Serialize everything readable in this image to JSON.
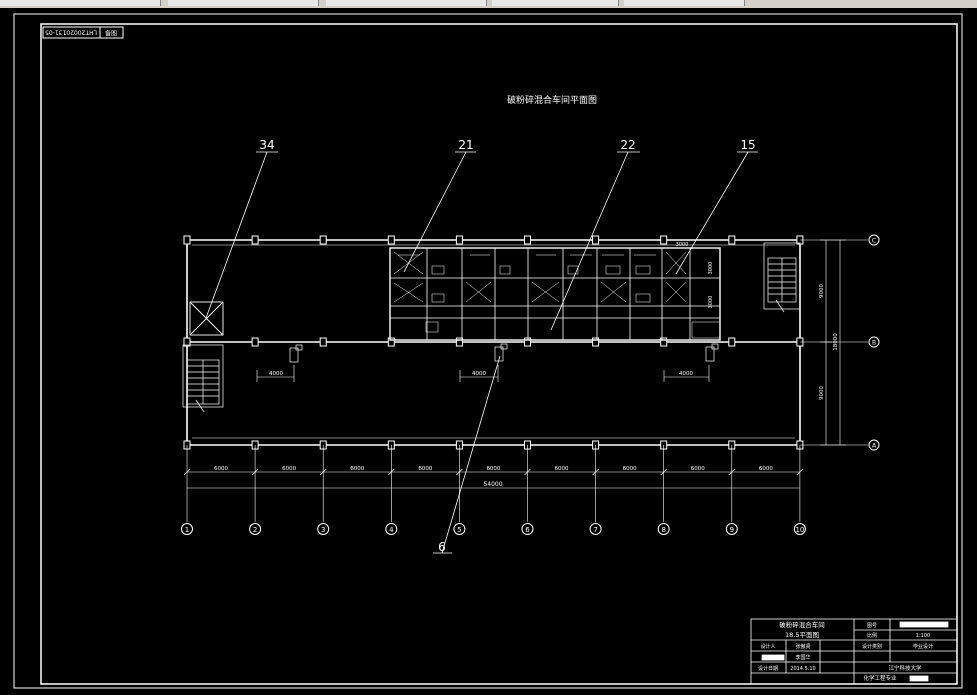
{
  "colors": {
    "background": "#000000",
    "lines": "#ffffff",
    "toolbar": "#d4d0c8"
  },
  "drawing": {
    "title": "破粉碎混合车间平面图",
    "stamp": {
      "code": "LHT20020131-05",
      "label": "备图"
    },
    "callouts": [
      "34",
      "21",
      "22",
      "15",
      "6"
    ],
    "column_axes": [
      "1",
      "2",
      "3",
      "4",
      "5",
      "6",
      "7",
      "8",
      "9",
      "10"
    ],
    "row_axes": [
      "C",
      "B",
      "A"
    ],
    "bay_dims": [
      "6000",
      "6000",
      "6000",
      "6000",
      "6000",
      "6000",
      "6000",
      "6000",
      "6000"
    ],
    "total_dim": "54000",
    "vertical_dims": [
      "9000",
      "18000",
      "9000"
    ],
    "interior_dims": [
      "4000",
      "4000",
      "4000"
    ],
    "equipment_dims": [
      "3000",
      "3000",
      "3000"
    ]
  },
  "title_block": {
    "name_line1": "破粉碎混合车间",
    "name_line2": "18.5平面图",
    "label_drawing_no": "图号",
    "label_scale": "比例",
    "scale_value": "1:100",
    "label_designer": "设计人",
    "designer": "张傲贤",
    "label_checker": "李国华",
    "label_category": "设计类别",
    "category": "毕业设计",
    "label_date": "设计日期",
    "date": "2014.5.10",
    "school": "江宁科技大学",
    "major": "化学工程专业"
  }
}
